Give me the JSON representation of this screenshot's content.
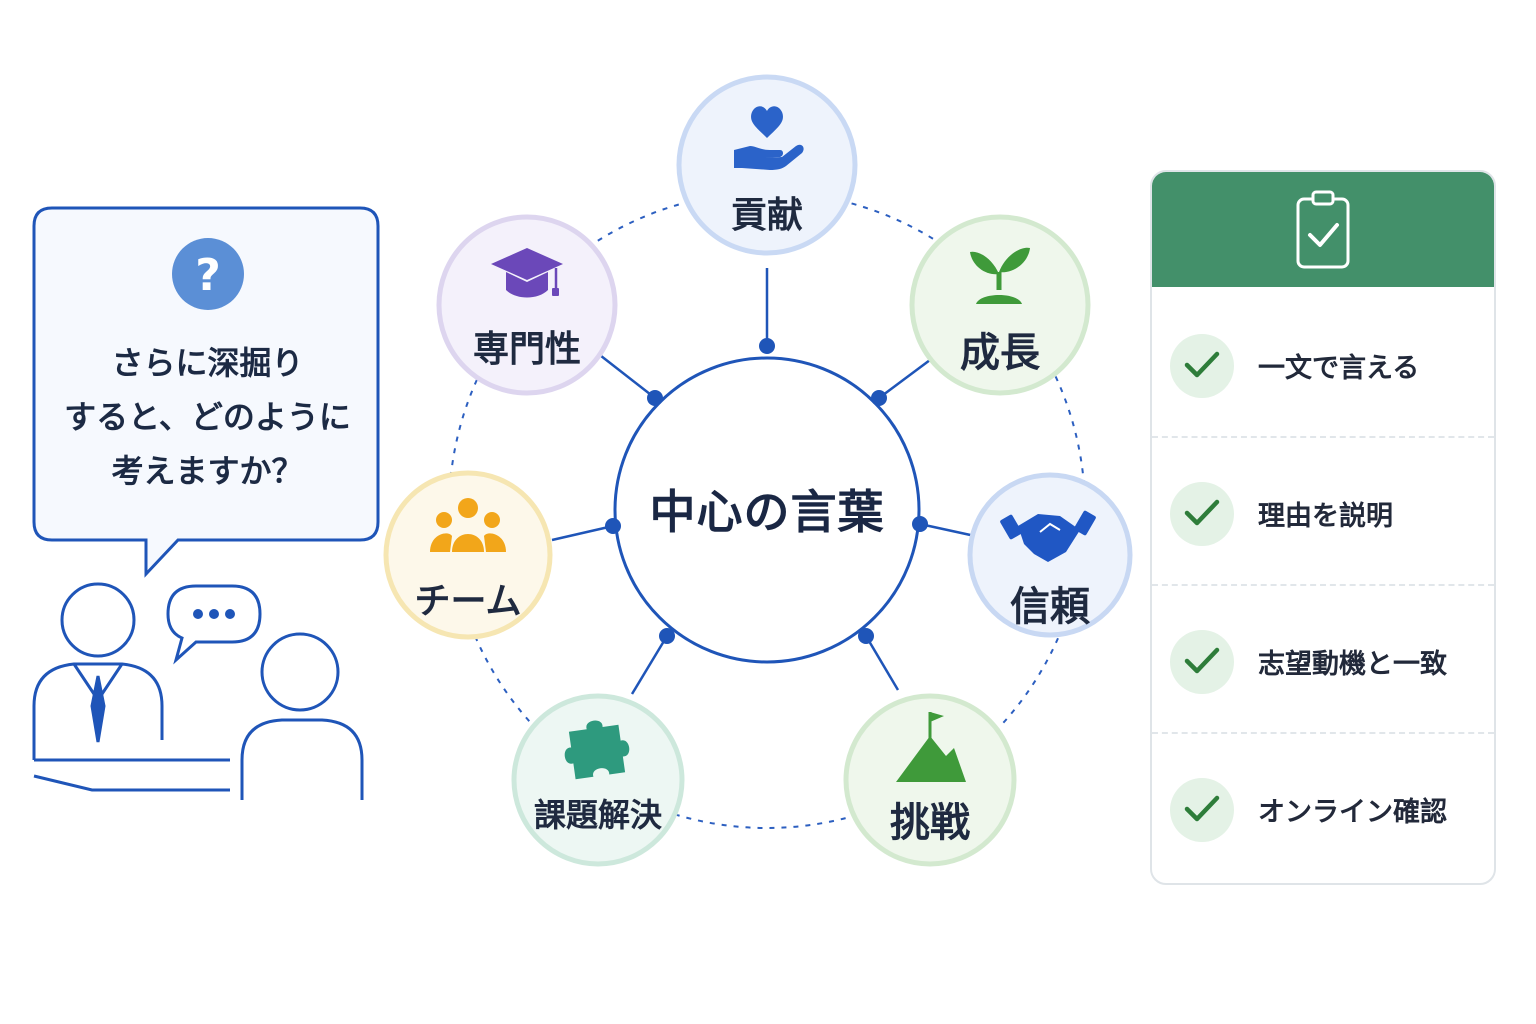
{
  "question": {
    "icon": "question-icon",
    "lines": [
      "さらに深掘り",
      "すると、どのように",
      "考えますか？"
    ]
  },
  "hub": {
    "label": "中心の言葉"
  },
  "nodes": [
    {
      "id": "contribution",
      "label": "貢献",
      "icon": "heart-hand-icon"
    },
    {
      "id": "growth",
      "label": "成長",
      "icon": "sprout-icon"
    },
    {
      "id": "trust",
      "label": "信頼",
      "icon": "handshake-icon"
    },
    {
      "id": "challenge",
      "label": "挑戦",
      "icon": "mountain-flag-icon"
    },
    {
      "id": "problem-solving",
      "label": "課題解決",
      "icon": "puzzle-icon"
    },
    {
      "id": "team",
      "label": "チーム",
      "icon": "team-icon"
    },
    {
      "id": "expertise",
      "label": "専門性",
      "icon": "graduation-cap-icon"
    }
  ],
  "checklist": {
    "header_icon": "clipboard-check-icon",
    "items": [
      {
        "label": "一文で言える",
        "icon": "check-icon"
      },
      {
        "label": "理由を説明",
        "icon": "check-icon"
      },
      {
        "label": "志望動機と一致",
        "icon": "check-icon"
      },
      {
        "label": "オンライン確認",
        "icon": "check-icon"
      }
    ]
  },
  "colors": {
    "primary_blue": "#1f55b8",
    "hub_text": "#1a2744",
    "contribution": "#2b63c9",
    "growth": "#3f9a3a",
    "trust": "#2057c4",
    "challenge": "#3f9a3a",
    "problem_solving": "#2e9a7e",
    "team": "#f2a61a",
    "expertise": "#6b48b9",
    "checklist_header": "#43906a",
    "check": "#2e7d3a"
  }
}
